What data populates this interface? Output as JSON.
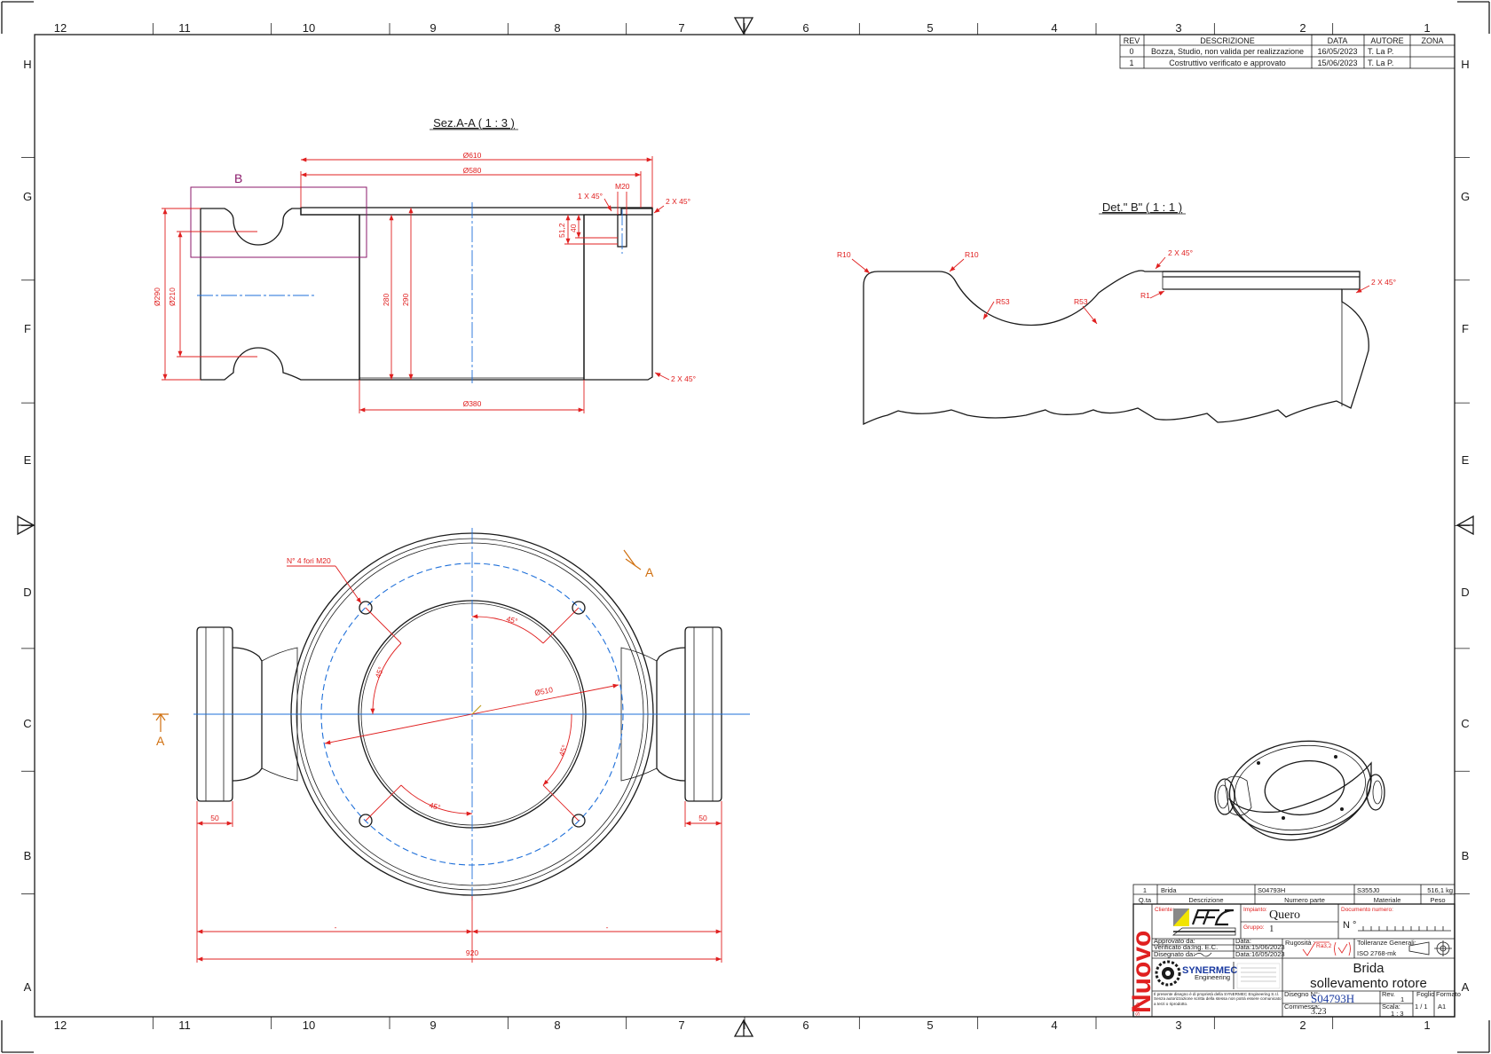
{
  "frame": {
    "columns_top": [
      "12",
      "11",
      "10",
      "9",
      "8",
      "7",
      "6",
      "5",
      "4",
      "3",
      "2",
      "1"
    ],
    "columns_bottom": [
      "12",
      "11",
      "10",
      "9",
      "8",
      "7",
      "6",
      "5",
      "4",
      "3",
      "2",
      "1"
    ],
    "rows": [
      "H",
      "G",
      "F",
      "E",
      "D",
      "C",
      "B",
      "A"
    ]
  },
  "revisions": {
    "headers": [
      "REV",
      "DESCRIZIONE",
      "DATA",
      "AUTORE",
      "ZONA"
    ],
    "rows": [
      [
        "0",
        "Bozza, Studio, non valida per realizzazione",
        "16/05/2023",
        "T. La P.",
        ""
      ],
      [
        "1",
        "Costruttivo verificato e approvato",
        "15/06/2023",
        "T. La P.",
        ""
      ]
    ]
  },
  "section_view": {
    "title": "Sez.A-A ( 1 : 3 )",
    "detail_marker": "B",
    "dims": {
      "d610": "Ø610",
      "d580": "Ø580",
      "chamfer_top": "1 X 45°",
      "thread": "M20",
      "chamfer_right": "2 X 45°",
      "chamfer_bottom": "2 X 45°",
      "depth1": "51,2",
      "depth2": "40",
      "d290": "Ø290",
      "d210": "Ø210",
      "h280": "280",
      "h290": "290",
      "d380": "Ø380"
    }
  },
  "detail_view": {
    "title": "Det.\" B\" ( 1 : 1 )",
    "dims": {
      "r10a": "R10",
      "r10b": "R10",
      "r53a": "R53",
      "r53b": "R53",
      "r1": "R1",
      "ch1": "2 X 45°",
      "ch2": "2 X 45°"
    }
  },
  "plan_view": {
    "holes_note": "N° 4 fori M20",
    "section_label_a1": "A",
    "section_label_a2": "A",
    "dims": {
      "a1": "45°",
      "a2": "45°",
      "a3": "45°",
      "a4": "45°",
      "d510": "Ø510",
      "w50a": "50",
      "w50b": "50",
      "half_l": "-",
      "half_r": "-",
      "total": "920"
    }
  },
  "bom": {
    "row": [
      "1",
      "Brida",
      "S04793H",
      "S355J0",
      "516,1 kg"
    ],
    "headers": [
      "Q.ta",
      "Descrizione",
      "Numero parte",
      "Materiale",
      "Peso"
    ]
  },
  "title_block": {
    "side_label": "Nuovo",
    "side_small": "Stato",
    "cliente_label": "Cliente:",
    "impianto_label": "Impianto:",
    "impianto_value": "Quero",
    "gruppo_label": "Gruppo:",
    "gruppo_value": "1",
    "documento_label": "Documento numero:",
    "numero_label": "N °",
    "approvato_label": "Approvato da:",
    "verificato_label": "Verificato da:",
    "verificato_value": "Ing. E.C.",
    "disegnato_label": "Disegnato da:",
    "data_label": "Data:",
    "data1": "15/06/2023",
    "data2": "16/05/2023",
    "rugosita_label": "Rugosità :",
    "rugosita_value": "Ra3,2",
    "tolleranze_label": "Tolleranze Generali:",
    "tolleranze_value": "ISO 2768-mk",
    "company": "SYNERMEC",
    "company_sub": "Engineering",
    "title_line1": "Brida",
    "title_line2": "sollevamento rotore",
    "disegno_label": "Disegno N°:",
    "disegno_value": "S04793H",
    "rev_label": "Rev.",
    "rev_value": "1",
    "foglio_label": "Foglio",
    "foglio_value": "1 / 1",
    "formato_label": "Formato",
    "formato_value": "A1",
    "commessa_label": "Commessa:",
    "commessa_value": "3.23",
    "scala_label": "Scala:",
    "scala_value": "1 : 3",
    "disclaimer": "Il presente disegno è di proprietà della SYNERMEC Engineering S.r.l. Senza autorizzazione scritta della stessa non potrà essere comunicato a terzi o riprodotto."
  }
}
